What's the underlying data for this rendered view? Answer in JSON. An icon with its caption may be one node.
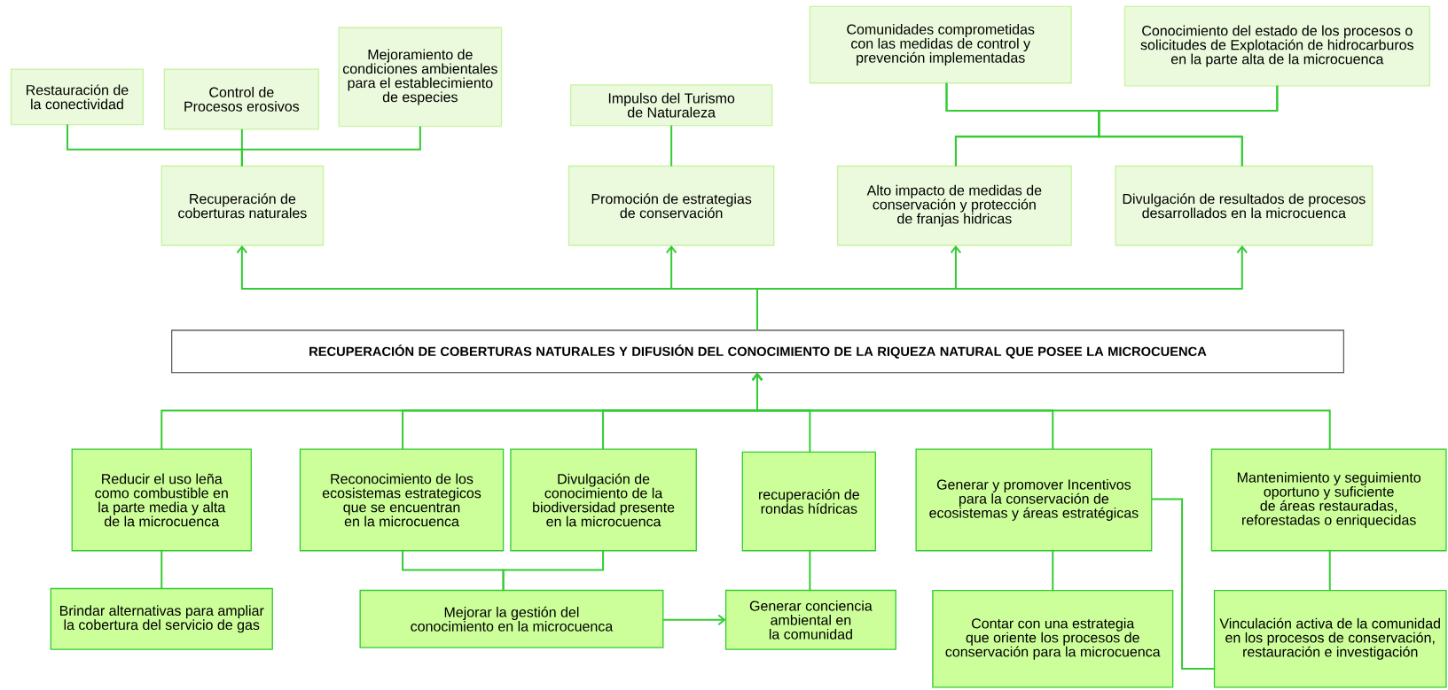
{
  "diagram": {
    "nodes": [
      {
        "text": [
          "Restauración de la conectividad"
        ]
      },
      {
        "text": [
          "Control de Procesos erosivos"
        ]
      },
      {
        "text": [
          "Mejoramiento de condiciones ambientales para el establecimiento de especies"
        ]
      },
      {
        "text": [
          "Recuperación de coberturas naturales"
        ]
      },
      {
        "text": [
          "Impulso del Turismo de Naturaleza"
        ]
      },
      {
        "text": [
          "Promoción de estrategias de conservación"
        ]
      },
      {
        "text": [
          "Comunidades comprometidas con las medidas de control y prevención implementadas"
        ]
      },
      {
        "text": [
          "Conocimiento del estado de los procesos o solicitudes de Explotación de hidrocarburos en la parte alta de la microcuenca"
        ]
      },
      {
        "text": [
          "Alto impacto de medidas de conservación y protección de franjas hidricas"
        ]
      },
      {
        "text": [
          "Divulgación de resultados de procesos desarrollados en la microcuenca"
        ]
      },
      {
        "text": [
          "RECUPERACIÓN DE COBERTURAS NATURALES Y DIFUSIÓN DEL CONOCIMIENTO DE LA RIQUEZA NATURAL QUE POSEE LA MICROCUENCA"
        ]
      },
      {
        "text": [
          "Reducir el uso leña como combustible en la parte media y alta de la microcuenca"
        ]
      },
      {
        "text": [
          "Brindar alternativas para ampliar la cobertura del servicio de gas"
        ]
      },
      {
        "text": [
          "Reconocimiento de los ecosistemas estrategicos que se encuentran en la microcuenca"
        ]
      },
      {
        "text": [
          "Divulgación de conocimiento de la biodiversidad presente en la microcuenca"
        ]
      },
      {
        "text": [
          "Mejorar la gestión del conocimiento en la microcuenca"
        ]
      },
      {
        "text": [
          "recuperación de rondas hídricas"
        ]
      },
      {
        "text": [
          "Generar conciencia ambiental en la comunidad"
        ]
      },
      {
        "text": [
          "Generar y promover Incentivos para la conservación de ecosistemas y áreas estratégicas"
        ]
      },
      {
        "text": [
          "Contar con una estrategia que oriente los procesos de conservación para la microcuenca"
        ]
      },
      {
        "text": [
          "Mantenimiento y seguimiento oportuno y suficiente de áreas restauradas, reforestadas o enriquecidas"
        ]
      },
      {
        "text": [
          "Vinculación activa de la comunidad en los procesos de conservación, restauración e investigación"
        ]
      }
    ],
    "edges": [
      {
        "from": 0,
        "to": 3,
        "arrow": "none"
      },
      {
        "from": 1,
        "to": 3,
        "arrow": "none"
      },
      {
        "from": 2,
        "to": 3,
        "arrow": "none"
      },
      {
        "from": 4,
        "to": 5,
        "arrow": "none"
      },
      {
        "from": 6,
        "to": 8,
        "arrow": "none"
      },
      {
        "from": 6,
        "to": 9,
        "arrow": "none"
      },
      {
        "from": 7,
        "to": 8,
        "arrow": "none"
      },
      {
        "from": 7,
        "to": 9,
        "arrow": "none"
      },
      {
        "from": 10,
        "to": 3,
        "arrow": "to"
      },
      {
        "from": 10,
        "to": 5,
        "arrow": "to"
      },
      {
        "from": 10,
        "to": 8,
        "arrow": "to"
      },
      {
        "from": 10,
        "to": 9,
        "arrow": "to"
      },
      {
        "from": 11,
        "to": 10,
        "arrow": "to"
      },
      {
        "from": 13,
        "to": 10,
        "arrow": "to"
      },
      {
        "from": 14,
        "to": 10,
        "arrow": "to"
      },
      {
        "from": 16,
        "to": 10,
        "arrow": "to"
      },
      {
        "from": 18,
        "to": 10,
        "arrow": "to"
      },
      {
        "from": 20,
        "to": 10,
        "arrow": "to"
      },
      {
        "from": 11,
        "to": 12,
        "arrow": "none"
      },
      {
        "from": 13,
        "to": 15,
        "arrow": "none"
      },
      {
        "from": 14,
        "to": 15,
        "arrow": "none"
      },
      {
        "from": 15,
        "to": 17,
        "arrow": "to"
      },
      {
        "from": 16,
        "to": 17,
        "arrow": "none"
      },
      {
        "from": 18,
        "to": 19,
        "arrow": "none"
      },
      {
        "from": 18,
        "to": 21,
        "arrow": "none"
      },
      {
        "from": 20,
        "to": 21,
        "arrow": "none"
      }
    ]
  }
}
